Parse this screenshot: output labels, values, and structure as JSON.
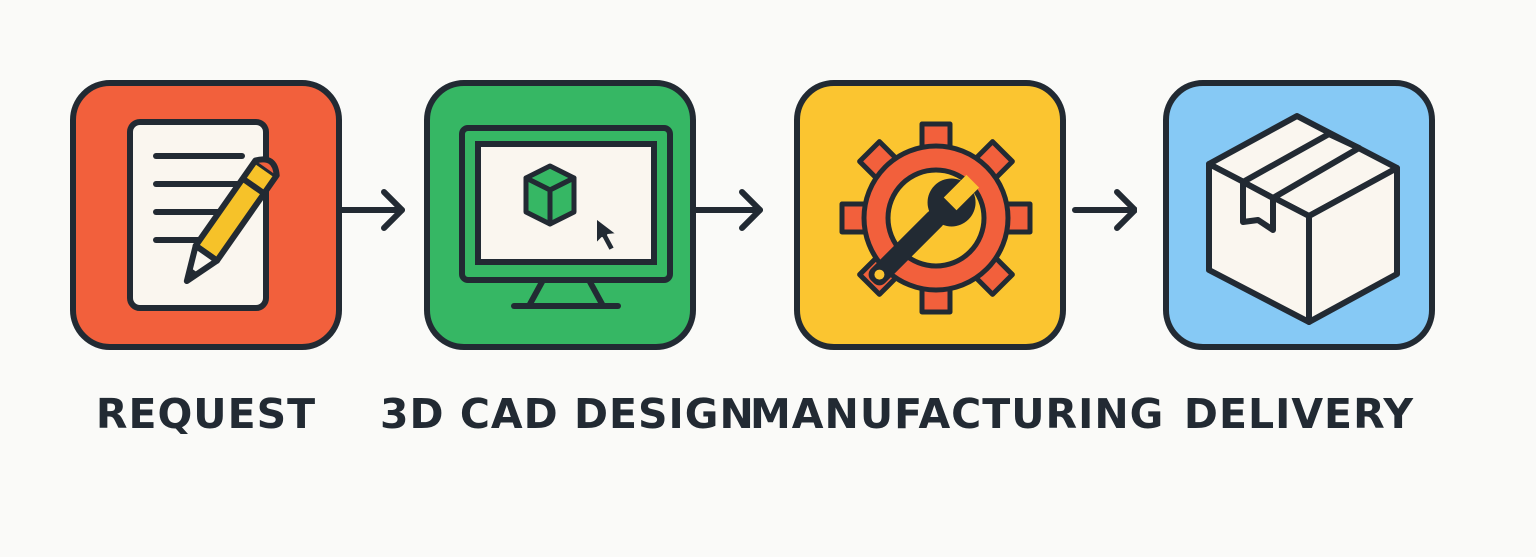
{
  "colors": {
    "outline": "#222a33",
    "request": "#f2603c",
    "design": "#36b764",
    "manufacturing": "#fbc530",
    "delivery": "#86c9f5",
    "paper": "#faf6ef"
  },
  "steps": [
    {
      "label": "REQUEST",
      "icon": "document-pencil-icon"
    },
    {
      "label": "3D CAD DESIGN",
      "icon": "monitor-cube-icon"
    },
    {
      "label": "MANUFACTURING",
      "icon": "gear-wrench-icon"
    },
    {
      "label": "DELIVERY",
      "icon": "box-icon"
    }
  ]
}
